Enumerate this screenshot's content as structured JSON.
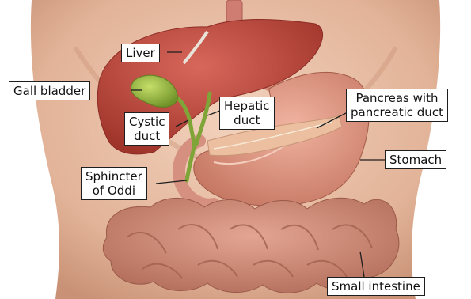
{
  "labels": {
    "liver": "Liver",
    "gall_bladder": "Gall bladder",
    "cystic_duct": [
      "Cystic",
      "duct"
    ],
    "hepatic_duct": [
      "Hepatic",
      "duct"
    ],
    "pancreas": [
      "Pancreas with",
      "pancreatic duct"
    ],
    "stomach": "Stomach",
    "sphincter": [
      "Sphincter",
      "of Oddi"
    ],
    "small_intestine": "Small intestine"
  },
  "colors": {
    "skin": "#e9c0a6",
    "liver": "#b8453a",
    "gallbladder": "#8fb33a",
    "stomach": "#d9907c",
    "intestine": "#c98573",
    "pancreas": "#e7b495",
    "leader": "#1e1e1e"
  }
}
